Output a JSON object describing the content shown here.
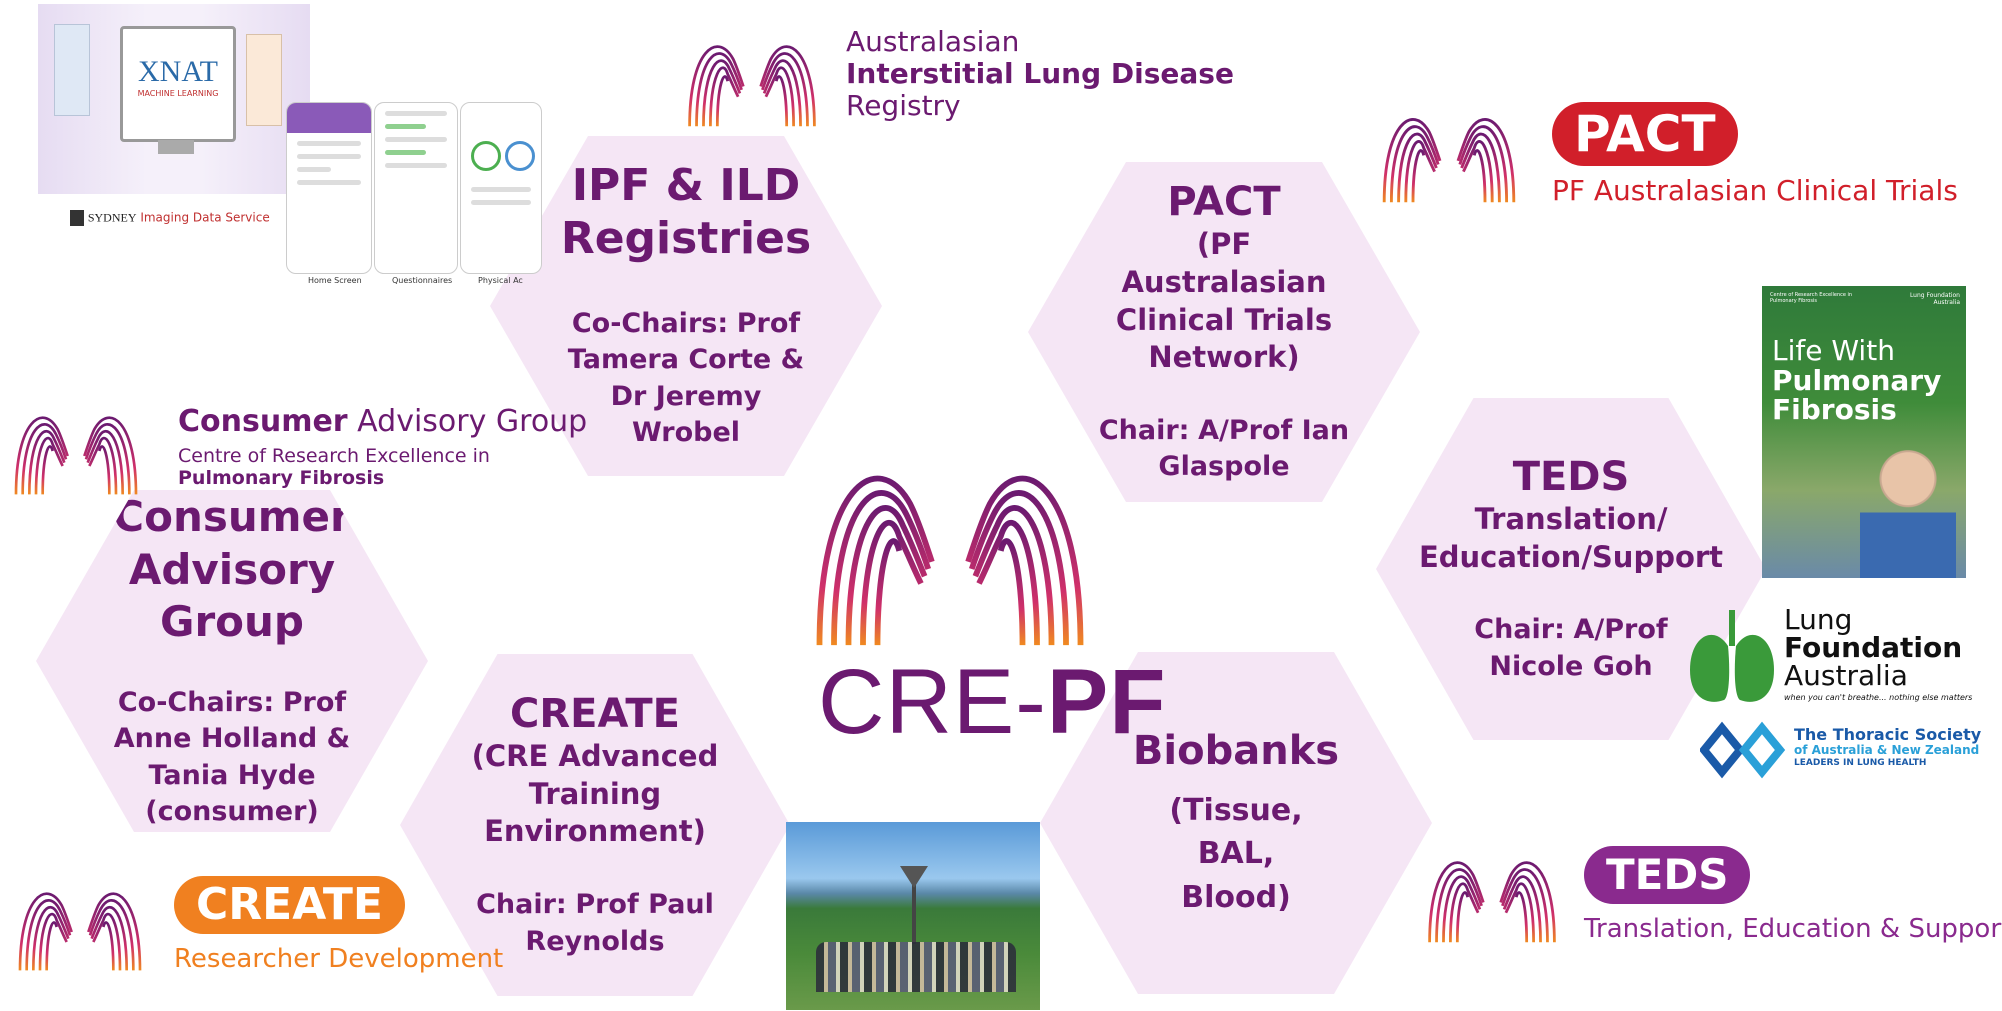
{
  "center": {
    "brand_left": "CRE-",
    "brand_right": "PF"
  },
  "colors": {
    "purple": "#6b1a70",
    "hex_fill": "#f5e6f5",
    "pact_red": "#d11f2a",
    "create_orange": "#f08020",
    "teds_purple": "#8a2a8e",
    "lung_green": "#3a9a3a",
    "thoracic_blue": "#1a5aa8"
  },
  "hexagons": {
    "registries": {
      "title": "IPF & ILD Registries",
      "chair_label": "Co-Chairs:",
      "chair_names": "Prof Tamera Corte & Dr Jeremy Wrobel"
    },
    "pact": {
      "title": "PACT",
      "subtitle": "(PF Australasian Clinical Trials Network)",
      "chair_label": "Chair:",
      "chair_names": "A/Prof Ian Glaspole"
    },
    "teds": {
      "title": "TEDS",
      "subtitle": "Translation/ Education/Support",
      "chair_label": "Chair:",
      "chair_names": "A/Prof Nicole Goh"
    },
    "consumer": {
      "title": "Consumer Advisory Group",
      "chair_label": "Co-Chairs:",
      "chair_names": "Prof Anne Holland & Tania Hyde (consumer)"
    },
    "create": {
      "title": "CREATE",
      "subtitle": "(CRE Advanced Training Environment)",
      "chair_label": "Chair:",
      "chair_names": "Prof Paul Reynolds"
    },
    "biobanks": {
      "title": "Biobanks",
      "subtitle": "(Tissue, BAL, Blood)"
    }
  },
  "logos": {
    "registry": {
      "line1": "Australasian",
      "line2": "Interstitial Lung Disease",
      "line3": "Registry"
    },
    "pact": {
      "badge": "PACT",
      "tagline": "PF Australasian Clinical Trials"
    },
    "consumer": {
      "bold": "Consumer",
      "rest": "Advisory Group",
      "line2": "Centre of Research Excellence in",
      "line3": "Pulmonary Fibrosis"
    },
    "create": {
      "badge": "CREATE",
      "tagline": "Researcher Development"
    },
    "teds": {
      "badge": "TEDS",
      "tagline": "Translation, Education & Support"
    },
    "lung_foundation": {
      "line1": "Lung",
      "line2": "Foundation",
      "line3": "Australia",
      "tagline": "when you can't breathe... nothing else matters"
    },
    "thoracic": {
      "line1": "The Thoracic Society",
      "line2": "of Australia & New Zealand",
      "line3": "LEADERS IN LUNG HEALTH"
    }
  },
  "xnat": {
    "title": "XNAT",
    "subtitle": "MACHINE LEARNING",
    "service": "Imaging Data Service",
    "uni": "SYDNEY"
  },
  "app_screens": [
    "Home Screen",
    "Questionnaires",
    "Physical Ac"
  ],
  "booklet": {
    "top_left": "Centre of Research Excellence in Pulmonary Fibrosis",
    "top_right": "Lung Foundation Australia",
    "title1": "Life With",
    "title2": "Pulmonary",
    "title3": "Fibrosis"
  }
}
